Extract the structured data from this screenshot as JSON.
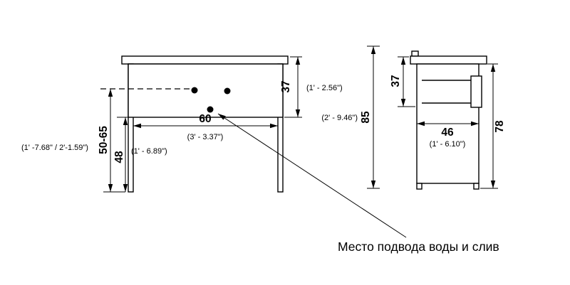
{
  "drawing": {
    "front": {
      "width": "60",
      "width_imp": "(3' - 3.37\")",
      "upper_height": "37",
      "upper_height_imp": "(1' - 2.56\")",
      "total_height": "85",
      "total_height_imp": "(2' - 9.46\")",
      "supply_range": "50-65",
      "supply_range_imp": "(1' -7.68\" / 2'-1.59\")",
      "clearance": "48",
      "clearance_imp": "(1' - 6.89\")"
    },
    "side": {
      "upper_height": "37",
      "depth": "46",
      "depth_imp": "(1' - 6.10\")",
      "body_height": "78"
    },
    "annotation": "Место подвода воды и слив"
  },
  "colors": {
    "line": "#000000",
    "background": "#ffffff"
  }
}
